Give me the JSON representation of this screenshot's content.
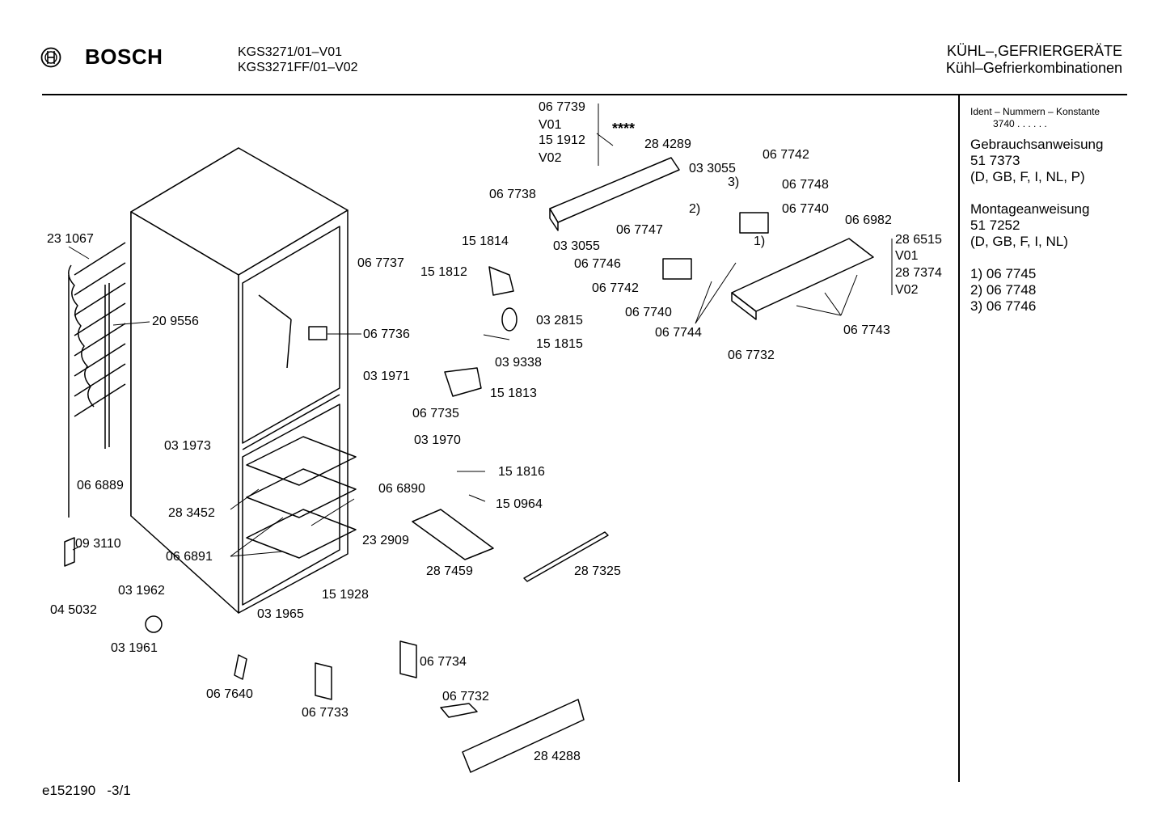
{
  "header": {
    "brand": "BOSCH",
    "models": [
      "KGS3271/01–V01",
      "KGS3271FF/01–V02"
    ],
    "category": "KÜHL–,GEFRIERGERÄTE",
    "subcategory": "Kühl–Gefrierkombinationen"
  },
  "sidebar": {
    "ident_title": "Ident – Nummern – Konstante",
    "ident_value": "3740 .  .  .  .  .  .",
    "gebrauch_title": "Gebrauchsanweisung",
    "gebrauch_number": "51 7373",
    "gebrauch_langs": "(D, GB, F, I, NL, P)",
    "montage_title": "Montageanweisung",
    "montage_number": "51 7252",
    "montage_langs": "(D, GB, F, I, NL)",
    "notes": [
      "1)  06 7745",
      "2)  06 7748",
      "3)  06 7746"
    ]
  },
  "footer": {
    "code": "e152190   -3/1"
  },
  "parts": [
    "06 7739",
    "V01",
    "15 1912",
    "V02",
    "****",
    "28 4289",
    "06 7738",
    "03 3055",
    "06 7742",
    "06 7748",
    "3)",
    "2)",
    "06 7740",
    "06 6982",
    "28 6515",
    "V01",
    "28 7374",
    "V02",
    "06 7747",
    "03 3055",
    "06 7746",
    "1)",
    "06 7742",
    "06 7740",
    "06 7744",
    "06 7743",
    "06 7732",
    "23 1067",
    "20 9556",
    "15 1814",
    "06 7737",
    "15 1812",
    "06 7736",
    "03 2815",
    "15 1815",
    "03 9338",
    "15 1813",
    "03 1971",
    "06 7735",
    "03 1970",
    "03 1973",
    "15 1816",
    "06 6889",
    "06 6890",
    "15 0964",
    "28 3452",
    "23 2909",
    "09 3110",
    "06 6891",
    "28 7459",
    "28 7325",
    "15 1928",
    "03 1962",
    "04 5032",
    "03 1965",
    "03 1961",
    "06 7734",
    "06 7640",
    "06 7733",
    "06 7732",
    "28 4288"
  ]
}
